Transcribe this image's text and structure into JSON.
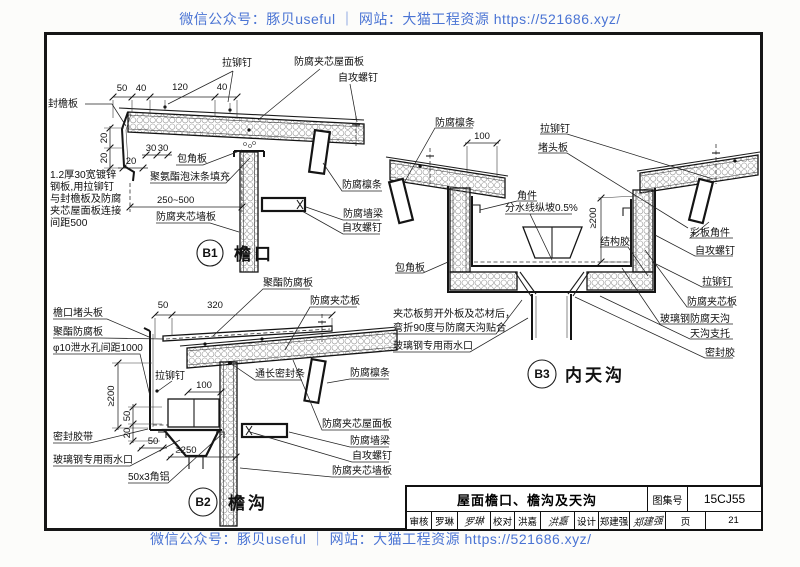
{
  "watermark": {
    "top": "微信公众号：豚贝useful ｜ 网站：大猫工程资源 https://521686.xyz/",
    "bottom": "微信公众号：豚贝useful ｜ 网站：大猫工程资源 https://521686.xyz/"
  },
  "b1": {
    "bubble": "B1",
    "name": "檐口",
    "labels": {
      "rivet": "拉铆钉",
      "roof_panel": "防腐夹芯屋面板",
      "screw_top": "自攻螺钉",
      "fascia": "封檐板",
      "corner_plate": "包角板",
      "foam": "聚氨酯泡沫条填充",
      "wall_panel": "防腐夹芯墙板",
      "purlin": "防腐檩条",
      "wall_beam": "防腐墙梁",
      "screw_side": "自攻螺钉"
    },
    "note": [
      "1.2厚30宽镀锌",
      "钢板,用拉铆钉",
      "与封檐板及防腐",
      "夹芯屋面板连接",
      "间距500"
    ],
    "dims": {
      "a": "50",
      "b": "40",
      "c": "120",
      "d": "40",
      "e": "20",
      "f": "20",
      "g": "20",
      "h": "30",
      "i": "30",
      "range": "250~500"
    }
  },
  "b2": {
    "bubble": "B2",
    "name": "檐沟",
    "labels": {
      "end_plate": "檐口堵头板",
      "polyester_left": "聚酯防腐板",
      "drain": "φ10泄水孔间距1000",
      "rivet": "拉铆钉",
      "seal_tape": "密封胶带",
      "rain_outlet": "玻璃钢专用雨水口",
      "angle_alu": "50x3角铝",
      "seal_strip": "通长密封条",
      "polyester_top": "聚酯防腐板",
      "sandwich_top": "防腐夹芯板",
      "purlin": "防腐檩条",
      "roof_panel": "防腐夹芯屋面板",
      "wall_beam": "防腐墙梁",
      "screw": "自攻螺钉",
      "wall_panel": "防腐夹芯墙板"
    },
    "dims": {
      "a": "50",
      "b": "320",
      "c": "100",
      "d": "≥200",
      "e": "50",
      "f": "20",
      "g": "50",
      "h": "≥250"
    }
  },
  "b3": {
    "bubble": "B3",
    "name": "内天沟",
    "labels": {
      "purlin": "防腐檩条",
      "rivet_top": "拉铆钉",
      "end_plate": "堵头板",
      "angle": "角件",
      "slope": "分水线纵坡0.5%",
      "glue": "结构胶",
      "corner_plate": "包角板",
      "color_angle": "彩板角件",
      "screw": "自攻螺钉",
      "rivet_right": "拉铆钉",
      "sandwich": "防腐夹芯板",
      "frp_gutter": "玻璃钢防腐天沟",
      "support": "天沟支托",
      "sealant": "密封胶",
      "rain_outlet": "玻璃钢专用雨水口"
    },
    "note": [
      "夹芯板剪开外板及芯材后，",
      "弯折90度与防腐天沟贴合"
    ],
    "dims": {
      "a": "100",
      "b": "≥200"
    }
  },
  "titleblock": {
    "title": "屋面檐口、檐沟及天沟",
    "atlas_label": "图集号",
    "atlas_no": "15CJ55",
    "page_label": "页",
    "page_no": "21",
    "audit_label": "审核",
    "audit_name": "罗琳",
    "audit_sig": "罗琳",
    "check_label": "校对",
    "check_name": "洪嘉",
    "check_sig": "洪嘉",
    "design_label": "设计",
    "design_name": "郑建强",
    "design_sig": "郑建强"
  }
}
